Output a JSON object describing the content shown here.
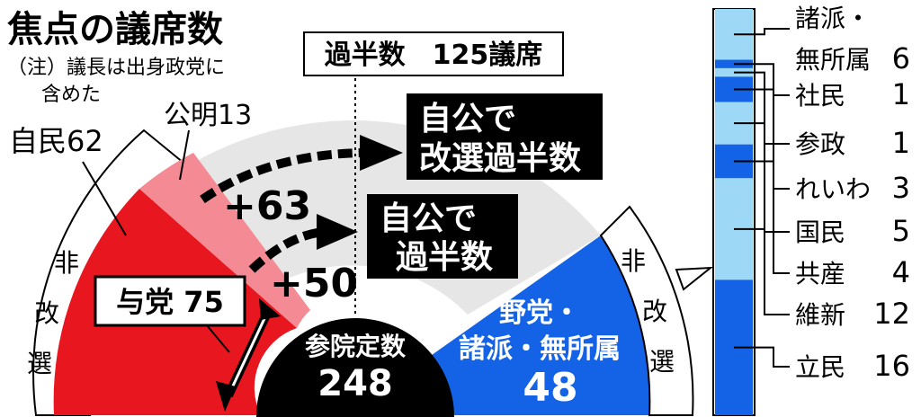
{
  "title": "焦点の議席数",
  "note": [
    "（注）議長は出身政党に",
    "含めた"
  ],
  "majority_line_label": "過半数　125議席",
  "ruling": {
    "ldp_label": "自民62",
    "komeito_label": "公明13",
    "coalition_label": "与党 75",
    "ldp_seats": 62,
    "komeito_seats": 13
  },
  "non_contested_left": [
    "非",
    "改",
    "選"
  ],
  "non_contested_right": [
    "非",
    "改",
    "選"
  ],
  "center": {
    "label": "参院定数",
    "total": "248"
  },
  "opposition": {
    "label": [
      "野党・",
      "諸派・無所属"
    ],
    "seats": "48"
  },
  "targets": [
    {
      "lines": [
        "自公で",
        "改選過半数"
      ],
      "delta": "+63"
    },
    {
      "lines": [
        "自公で",
        "過半数"
      ],
      "delta": "+50"
    }
  ],
  "opposition_breakdown": [
    {
      "party": "諸派・無所属",
      "display": [
        "諸派・",
        "無所属"
      ],
      "seats": "6"
    },
    {
      "party": "社民",
      "seats": "1"
    },
    {
      "party": "参政",
      "seats": "1"
    },
    {
      "party": "れいわ",
      "seats": "3"
    },
    {
      "party": "国民",
      "seats": "5"
    },
    {
      "party": "共産",
      "seats": "4"
    },
    {
      "party": "維新",
      "seats": "12"
    },
    {
      "party": "立民",
      "seats": "16"
    }
  ],
  "colors": {
    "ldp": "#e8161e",
    "komeito": "#f48a93",
    "opposition": "#1463e6",
    "light_blue": "#9dd8f7",
    "black": "#000000",
    "arc_gray": "#e6e6e6"
  }
}
